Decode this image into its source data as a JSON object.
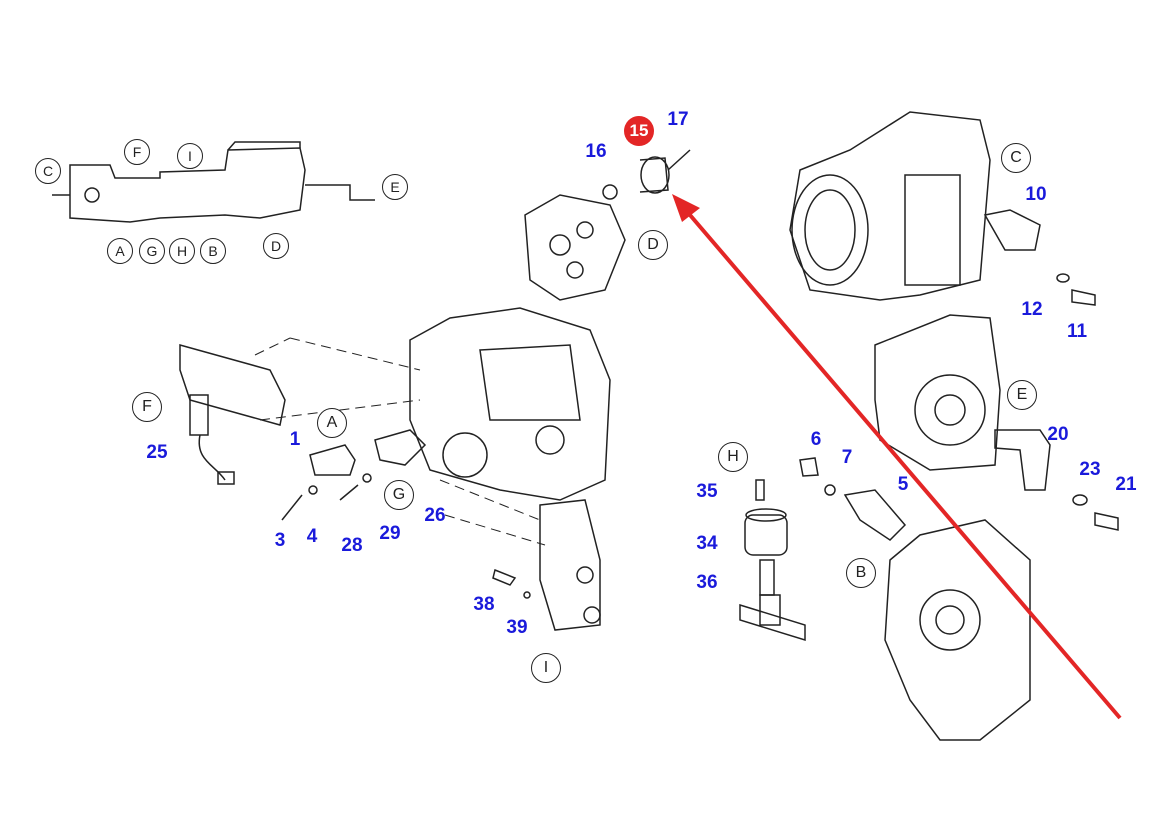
{
  "highlight": {
    "label": "15",
    "color": "#e32626"
  },
  "overview_letters": [
    "C",
    "F",
    "I",
    "E",
    "A",
    "G",
    "H",
    "B",
    "D"
  ],
  "group_letters": {
    "D": "D",
    "C": "C",
    "E": "E",
    "F": "F",
    "A": "A",
    "G": "G",
    "H": "H",
    "B": "B",
    "I": "I"
  },
  "part_numbers": {
    "p17": "17",
    "p16": "16",
    "p10": "10",
    "p12": "12",
    "p11": "11",
    "p20": "20",
    "p23": "23",
    "p21": "21",
    "p25": "25",
    "p1": "1",
    "p3": "3",
    "p4": "4",
    "p28": "28",
    "p29": "29",
    "p26": "26",
    "p6": "6",
    "p7": "7",
    "p5": "5",
    "p35": "35",
    "p34": "34",
    "p36": "36",
    "p38": "38",
    "p39": "39"
  },
  "colors": {
    "label": "#1a1adb",
    "arrow": "#e32626",
    "line": "#222222"
  }
}
